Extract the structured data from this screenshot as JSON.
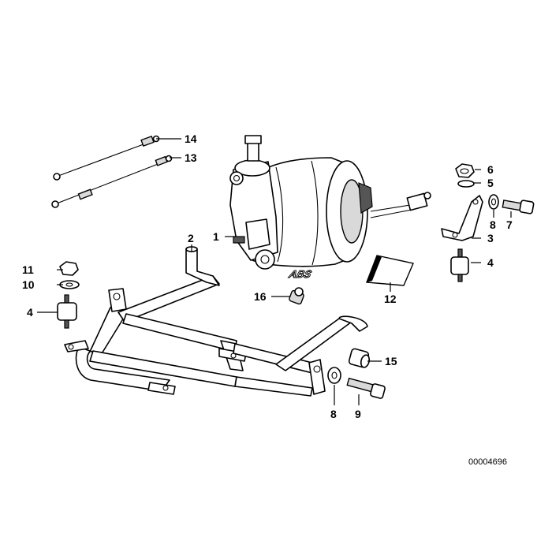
{
  "diagram": {
    "reference_number": "00004696",
    "logo_text": "ABS",
    "callouts": [
      {
        "id": "1",
        "label": "1"
      },
      {
        "id": "2",
        "label": "2"
      },
      {
        "id": "3",
        "label": "3"
      },
      {
        "id": "4a",
        "label": "4"
      },
      {
        "id": "4b",
        "label": "4"
      },
      {
        "id": "5",
        "label": "5"
      },
      {
        "id": "6",
        "label": "6"
      },
      {
        "id": "7",
        "label": "7"
      },
      {
        "id": "8a",
        "label": "8"
      },
      {
        "id": "8b",
        "label": "8"
      },
      {
        "id": "9",
        "label": "9"
      },
      {
        "id": "10",
        "label": "10"
      },
      {
        "id": "11",
        "label": "11"
      },
      {
        "id": "12",
        "label": "12"
      },
      {
        "id": "13",
        "label": "13"
      },
      {
        "id": "14",
        "label": "14"
      },
      {
        "id": "15",
        "label": "15"
      },
      {
        "id": "16",
        "label": "16"
      }
    ]
  }
}
